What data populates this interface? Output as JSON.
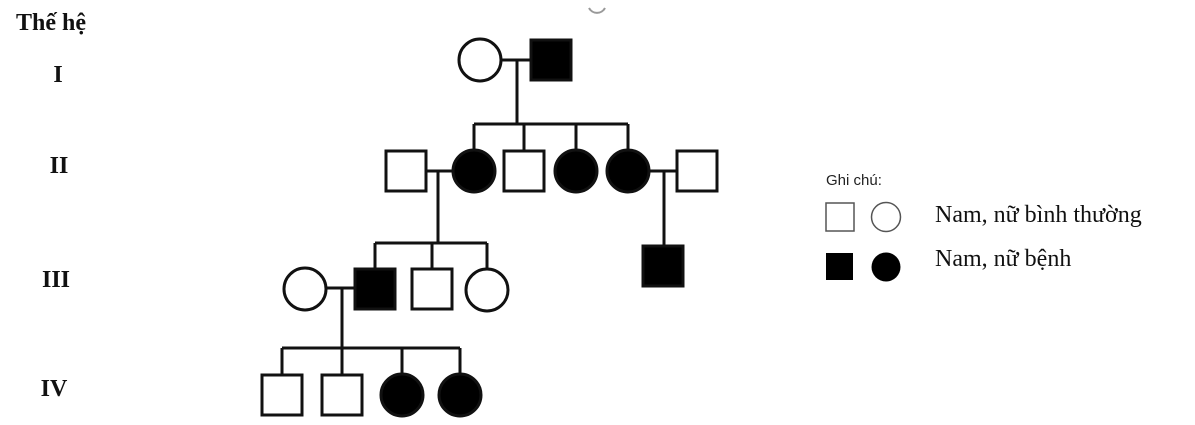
{
  "title": "Thế hệ",
  "generations": [
    "I",
    "II",
    "III",
    "IV"
  ],
  "legend": {
    "title": "Ghi chú:",
    "normal_label": "Nam, nữ bình thường",
    "affected_label": "Nam, nữ bệnh"
  },
  "individuals": [
    {
      "id": "I-1",
      "sex": "female",
      "affected": false
    },
    {
      "id": "I-2",
      "sex": "male",
      "affected": true
    },
    {
      "id": "II-1",
      "sex": "male",
      "affected": false
    },
    {
      "id": "II-2",
      "sex": "female",
      "affected": true
    },
    {
      "id": "II-3",
      "sex": "male",
      "affected": false
    },
    {
      "id": "II-4",
      "sex": "female",
      "affected": true
    },
    {
      "id": "II-5",
      "sex": "female",
      "affected": true
    },
    {
      "id": "II-6",
      "sex": "male",
      "affected": false
    },
    {
      "id": "III-1",
      "sex": "female",
      "affected": false
    },
    {
      "id": "III-2",
      "sex": "male",
      "affected": true
    },
    {
      "id": "III-3",
      "sex": "male",
      "affected": false
    },
    {
      "id": "III-4",
      "sex": "female",
      "affected": false
    },
    {
      "id": "III-5",
      "sex": "male",
      "affected": true
    },
    {
      "id": "IV-1",
      "sex": "male",
      "affected": false
    },
    {
      "id": "IV-2",
      "sex": "male",
      "affected": false
    },
    {
      "id": "IV-3",
      "sex": "female",
      "affected": true
    },
    {
      "id": "IV-4",
      "sex": "female",
      "affected": true
    }
  ],
  "colors": {
    "line": "#111111",
    "affected": "#000000",
    "normal": "#ffffff"
  }
}
